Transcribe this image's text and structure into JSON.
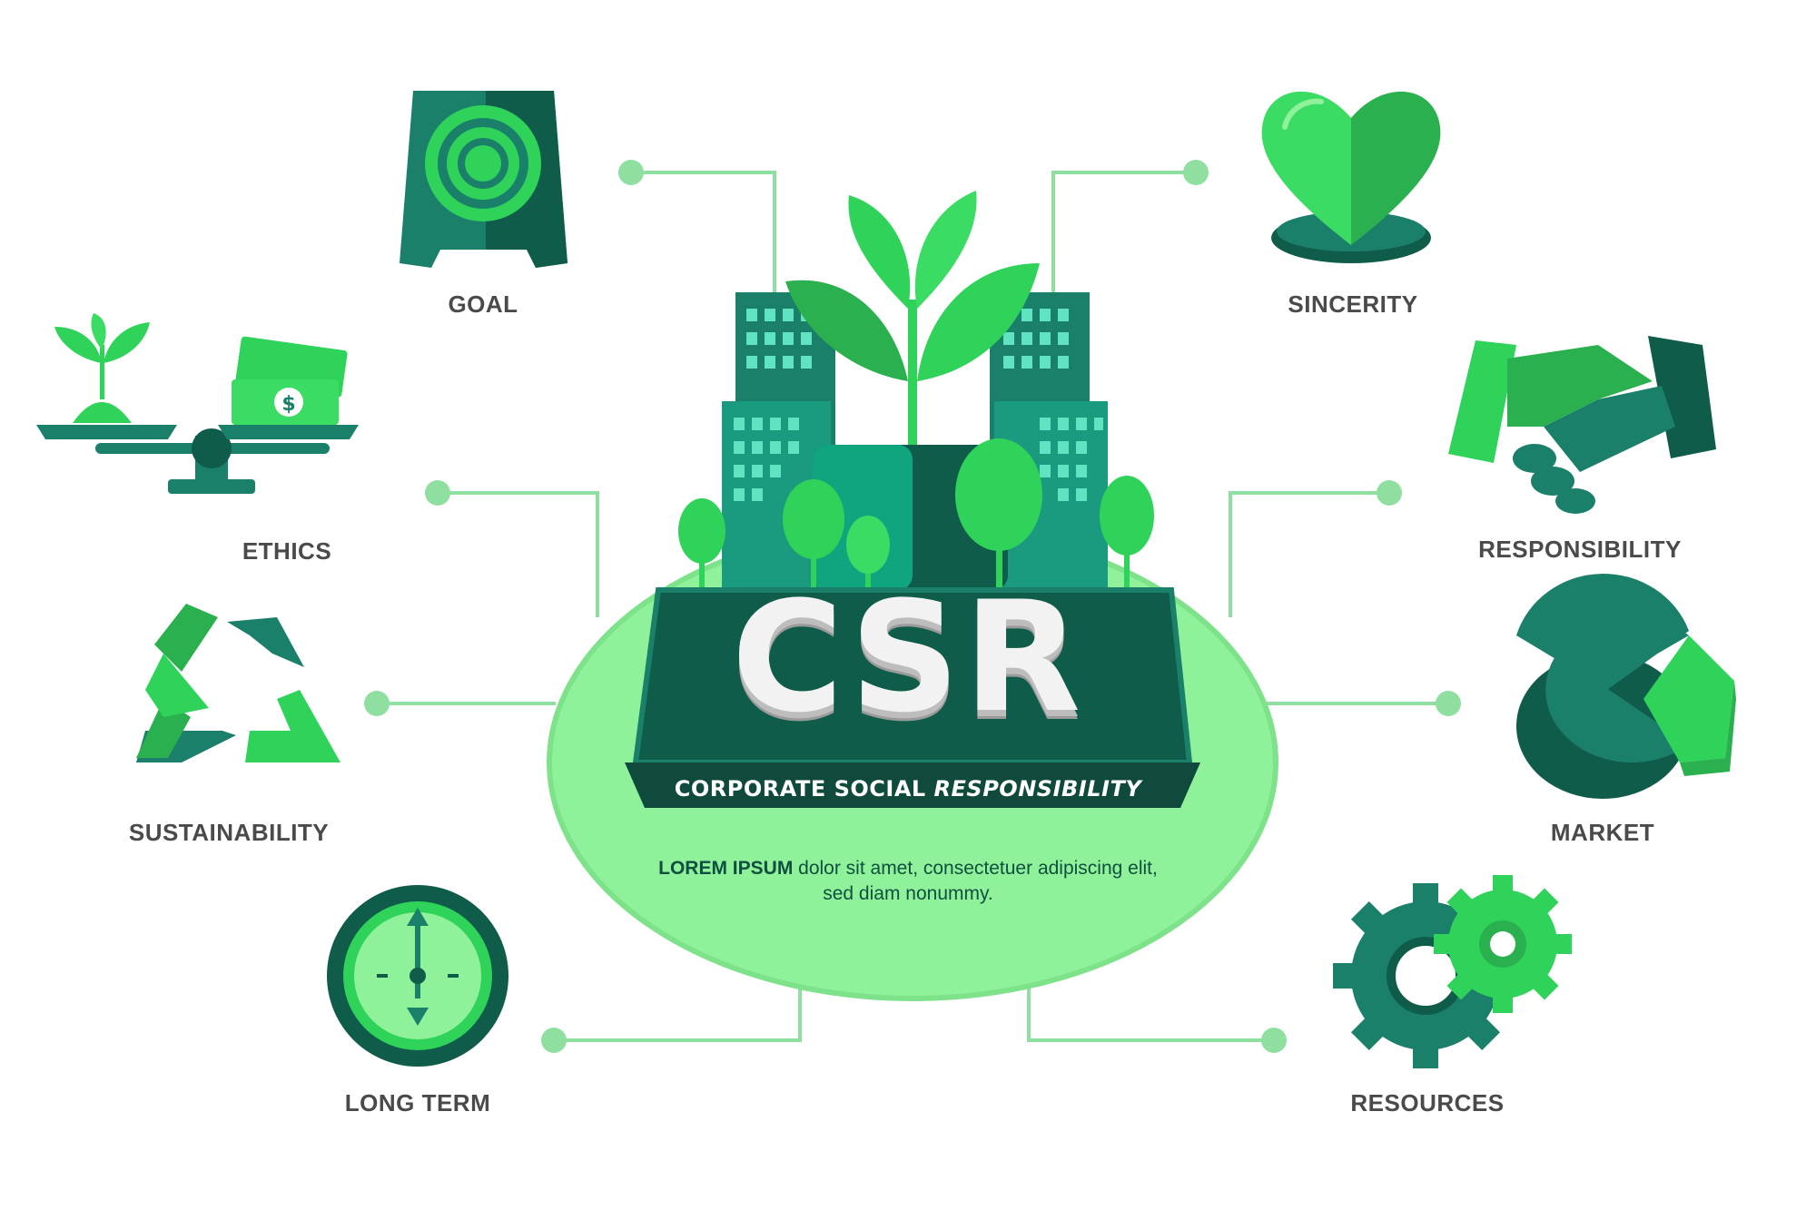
{
  "center": {
    "title": "CSR",
    "subtitle_plain": "CORPORATE SOCIAL ",
    "subtitle_italic": "RESPONSIBILITY",
    "description_bold": "LOREM IPSUM",
    "description_rest": " dolor sit amet, consectetuer adipiscing elit, sed diam nonummy."
  },
  "items": {
    "goal": "GOAL",
    "ethics": "ETHICS",
    "sustainability": "SUSTAINABILITY",
    "long_term": "LONG TERM",
    "sincerity": "SINCERITY",
    "responsibility": "RESPONSIBILITY",
    "market": "MARKET",
    "resources": "RESOURCES"
  },
  "icons": {
    "goal": "target-icon",
    "ethics": "balance-scale-icon",
    "sustainability": "recycle-icon",
    "long_term": "clock-icon",
    "sincerity": "heart-icon",
    "responsibility": "handshake-icon",
    "market": "pie-chart-icon",
    "resources": "gears-icon"
  },
  "colors": {
    "dark_green": "#0f5c4a",
    "teal": "#1a806a",
    "bright_green": "#2fd35a",
    "mid_green": "#2bb04f",
    "light_green": "#8ff29a",
    "connector": "#8fe0a0",
    "label_gray": "#4a4a4a"
  }
}
